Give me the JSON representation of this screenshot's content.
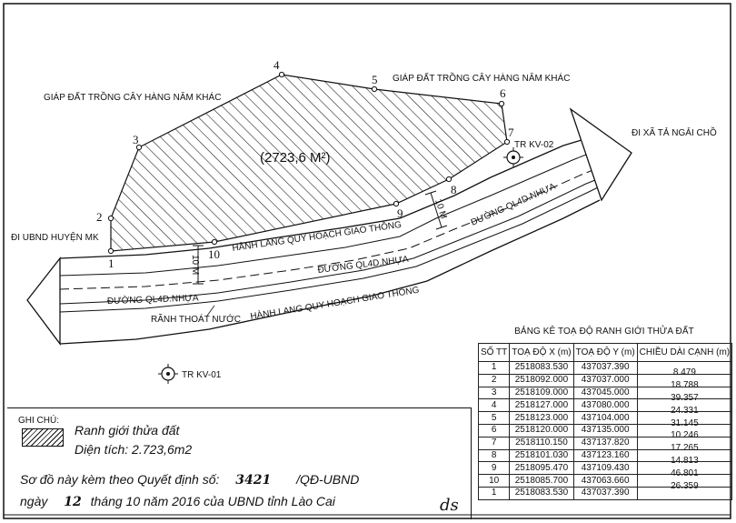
{
  "map": {
    "neighbor_top_left": "GIÁP ĐẤT TRỒNG CÂY HÀNG NĂM KHÁC",
    "neighbor_top_right": "GIÁP ĐẤT TRỒNG CÂY HÀNG NĂM KHÁC",
    "to_left": "ĐI UBND HUYỆN MK",
    "to_right": "ĐI XÃ TẢ NGẢI CHỒ",
    "area_label": "(2723,6 M²)",
    "parcel_color": "#111111",
    "points": [
      "1",
      "2",
      "3",
      "4",
      "5",
      "6",
      "7",
      "8",
      "9",
      "10"
    ],
    "corridor_top_label": "HÀNH LANG QUY HOẠCH GIAO THÔNG",
    "corridor_bottom_label": "HÀNH LANG QUY HOẠCH GIAO THÔNG",
    "road_label_1": "ĐƯỜNG QL4D.NHỰA",
    "road_label_2": "ĐƯỜNG QL4D.NHỰA",
    "road_label_3": "ĐƯỜNG QL4D.NHỰA",
    "ditch_label": "RÃNH THOÁT NƯỚC",
    "dim_left": "10 M",
    "dim_right": "10 M",
    "benchmark_1": "TR KV-01",
    "benchmark_2": "TR KV-02"
  },
  "table": {
    "title": "BẢNG KÊ TOẠ ĐỘ RANH GIỚI THỬA ĐẤT",
    "headers": [
      "SỐ TT",
      "TOẠ ĐỘ X (m)",
      "TOẠ ĐỘ Y (m)",
      "CHIỀU DÀI CẠNH (m)"
    ],
    "rows": [
      {
        "no": "1",
        "x": "2518083.530",
        "y": "437037.390",
        "len": "8.479"
      },
      {
        "no": "2",
        "x": "2518092.000",
        "y": "437037.000",
        "len": "18.788"
      },
      {
        "no": "3",
        "x": "2518109.000",
        "y": "437045.000",
        "len": "39.357"
      },
      {
        "no": "4",
        "x": "2518127.000",
        "y": "437080.000",
        "len": "24.331"
      },
      {
        "no": "5",
        "x": "2518123.000",
        "y": "437104.000",
        "len": "31.145"
      },
      {
        "no": "6",
        "x": "2518120.000",
        "y": "437135.000",
        "len": "10.246"
      },
      {
        "no": "7",
        "x": "2518110.150",
        "y": "437137.820",
        "len": "17.265"
      },
      {
        "no": "8",
        "x": "2518101.030",
        "y": "437123.160",
        "len": "14.813"
      },
      {
        "no": "9",
        "x": "2518095.470",
        "y": "437109.430",
        "len": "46.801"
      },
      {
        "no": "10",
        "x": "2518085.700",
        "y": "437063.660",
        "len": "26.359"
      },
      {
        "no": "1",
        "x": "2518083.530",
        "y": "437037.390",
        "len": ""
      }
    ]
  },
  "notes": {
    "title": "GHI CHÚ:",
    "legend_label": "Ranh giới thửa đất",
    "area_text": "Diện tích: 2.723,6m2",
    "decision_prefix": "Sơ đồ này kèm theo Quyết định số:",
    "decision_no": "3421",
    "decision_suffix": "/QĐ-UBND",
    "date_prefix": "ngày",
    "date_day": "12",
    "date_suffix": "tháng 10 năm 2016 của UBND tỉnh Lào Cai",
    "signature": "ds"
  }
}
